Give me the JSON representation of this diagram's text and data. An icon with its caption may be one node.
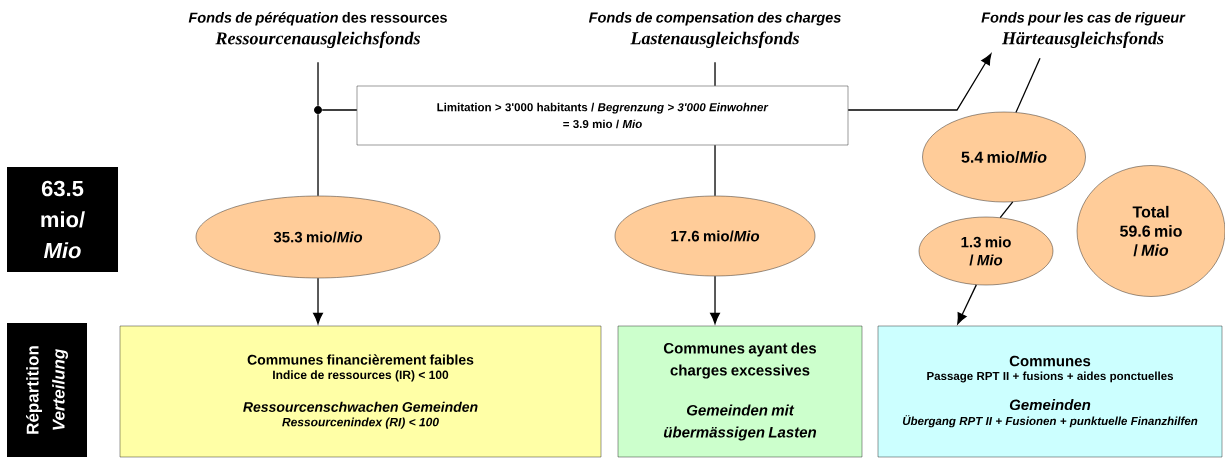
{
  "diagram": {
    "nodes": [
      {
        "text": [
          "*Fonds de péréquation* des ressources",
          "Ressourcenausgleichsfonds"
        ]
      },
      {
        "text": [
          "Fonds de compensation des charges",
          "Lastenausgleichsfonds"
        ]
      },
      {
        "text": [
          "Fonds pour les cas de rigueur",
          "Härteausgleichsfonds"
        ]
      },
      {
        "text": [
          "Limitation > 3'000 habitants / *Begrenzung > 3'000 Einwohner*",
          "= 3.9 mio / *Mio*"
        ]
      },
      {
        "text": [],
        "shape": "circle"
      },
      {
        "text": [
          "63.5 mio/ *Mio*"
        ]
      },
      {
        "text": [
          "35.3 mio/*Mio*"
        ]
      },
      {
        "text": [
          "17.6 mio/*Mio*"
        ]
      },
      {
        "text": [
          "5.4 mio/*Mio*"
        ]
      },
      {
        "text": [
          "Total",
          "59.6 mio / *Mio*"
        ]
      },
      {
        "text": [
          "1.3 mio / *Mio*"
        ]
      },
      {
        "text": [
          "Répartition",
          "Verteilung"
        ]
      },
      {
        "text": [
          "Communes financièrement faibles",
          "Indice de ressources (IR) < 100",
          "Ressourcenschwachen Gemeinden",
          "Ressourcenindex (RI) < 100"
        ]
      },
      {
        "text": [
          "Communes ayant des charges excessives",
          "Gemeinden mit übermässigen Lasten"
        ]
      },
      {
        "text": [
          "Communes",
          "Passage RPT II + fusions + aides ponctuelles",
          "Gemeinden",
          "Übergang RPT II + Fusionen + punktuelle Finanzhilfen"
        ]
      }
    ],
    "edges": [
      {
        "from": 0,
        "to": 4,
        "arrow": "none"
      },
      {
        "from": 4,
        "to": 6,
        "arrow": "none"
      },
      {
        "from": 4,
        "to": 3,
        "arrow": "none"
      },
      {
        "from": 3,
        "to": 2,
        "arrow": "to"
      },
      {
        "from": 1,
        "to": 3,
        "arrow": "none"
      },
      {
        "from": 3,
        "to": 7,
        "arrow": "none"
      },
      {
        "from": 2,
        "to": 8,
        "arrow": "none"
      },
      {
        "from": 8,
        "to": 10,
        "arrow": "none"
      },
      {
        "from": 6,
        "to": 12,
        "arrow": "to"
      },
      {
        "from": 7,
        "to": 13,
        "arrow": "to"
      },
      {
        "from": 10,
        "to": 14,
        "arrow": "to"
      }
    ]
  }
}
